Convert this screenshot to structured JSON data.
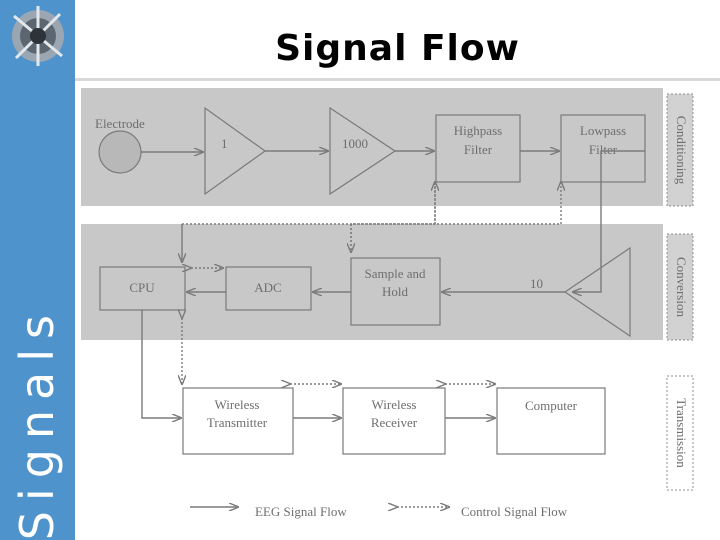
{
  "slide": {
    "title": "Signal Flow",
    "side_title": "Signals"
  },
  "diagram": {
    "sections": [
      "Conditioning",
      "Conversion",
      "Transmission"
    ],
    "blocks": {
      "electrode": "Electrode",
      "amp1": "1",
      "amp1000": "1000",
      "highpass": [
        "Highpass",
        "Filter"
      ],
      "lowpass": [
        "Lowpass",
        "Filter"
      ],
      "cpu": "CPU",
      "adc": "ADC",
      "sample_hold": [
        "Sample and",
        "Hold"
      ],
      "amp10": "10",
      "wireless_tx": [
        "Wireless",
        "Transmitter"
      ],
      "wireless_rx": [
        "Wireless",
        "Receiver"
      ],
      "computer": "Computer"
    },
    "legend": {
      "eeg": "EEG Signal Flow",
      "control": "Control Signal Flow"
    }
  },
  "colors": {
    "sidebar": "#4f93cc",
    "band": "#c8c8c8",
    "line": "#7a7a7a"
  }
}
